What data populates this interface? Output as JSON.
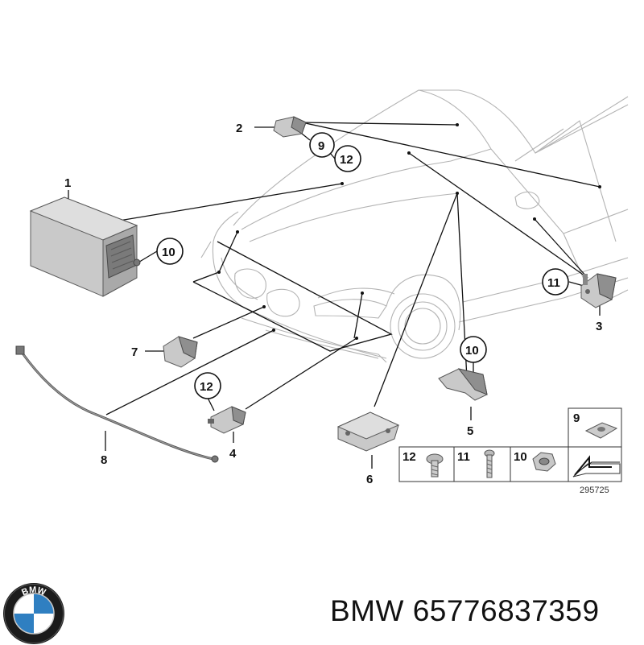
{
  "callouts": {
    "c1": "1",
    "c2": "2",
    "c3": "3",
    "c4": "4",
    "c5": "5",
    "c6": "6",
    "c7": "7",
    "c8": "8",
    "r9": "9",
    "r12a": "12",
    "r10a": "10",
    "r11": "11",
    "r10b": "10",
    "r12b": "12"
  },
  "legend": {
    "items": [
      {
        "number": "12",
        "part": "screw"
      },
      {
        "number": "11",
        "part": "bolt"
      },
      {
        "number": "10",
        "part": "nut"
      },
      {
        "number": "9",
        "part": "clip-nut"
      }
    ],
    "doc_number": "295725"
  },
  "caption": {
    "brand": "BMW",
    "part_number": "65776837359",
    "text": "BMW 65776837359"
  },
  "logo": {
    "letters": "BMW",
    "colors": {
      "ring": "#1b1b1b",
      "blue": "#2f7fc1",
      "white": "#ffffff"
    }
  }
}
